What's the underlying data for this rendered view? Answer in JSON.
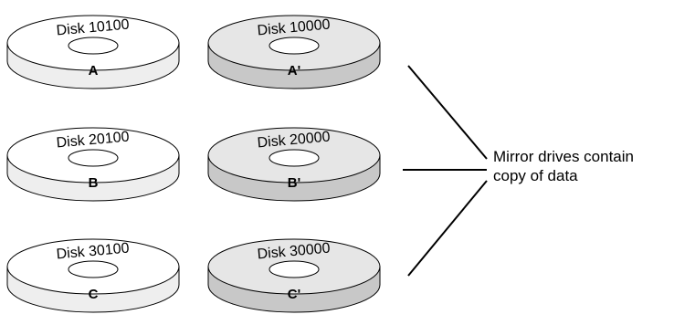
{
  "disks": [
    {
      "label": "Disk 10100",
      "letter": "A",
      "type": "primary"
    },
    {
      "label": "Disk 10000",
      "letter": "A'",
      "type": "mirror"
    },
    {
      "label": "Disk 20100",
      "letter": "B",
      "type": "primary"
    },
    {
      "label": "Disk 20000",
      "letter": "B'",
      "type": "mirror"
    },
    {
      "label": "Disk 30100",
      "letter": "C",
      "type": "primary"
    },
    {
      "label": "Disk 30000",
      "letter": "C'",
      "type": "mirror"
    }
  ],
  "annotation": {
    "line1": "Mirror drives contain",
    "line2": "copy of data"
  },
  "colors": {
    "primary_top": "#ffffff",
    "primary_side": "#eeeeee",
    "mirror_top": "#e6e6e6",
    "mirror_side": "#c8c8c8",
    "stroke": "#000000"
  }
}
